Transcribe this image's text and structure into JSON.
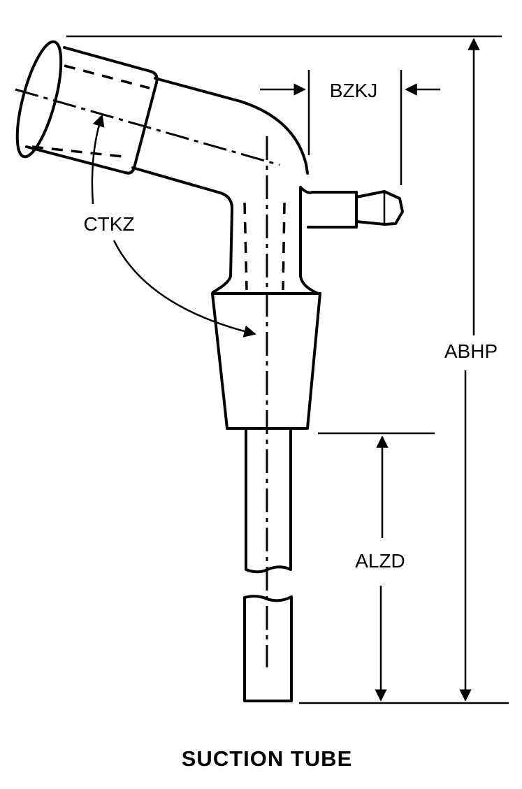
{
  "labels": {
    "bzkj": "BZKJ",
    "ctkz": "CTKZ",
    "abhp": "ABHP",
    "alzd": "ALZD"
  },
  "title": "SUCTION TUBE"
}
